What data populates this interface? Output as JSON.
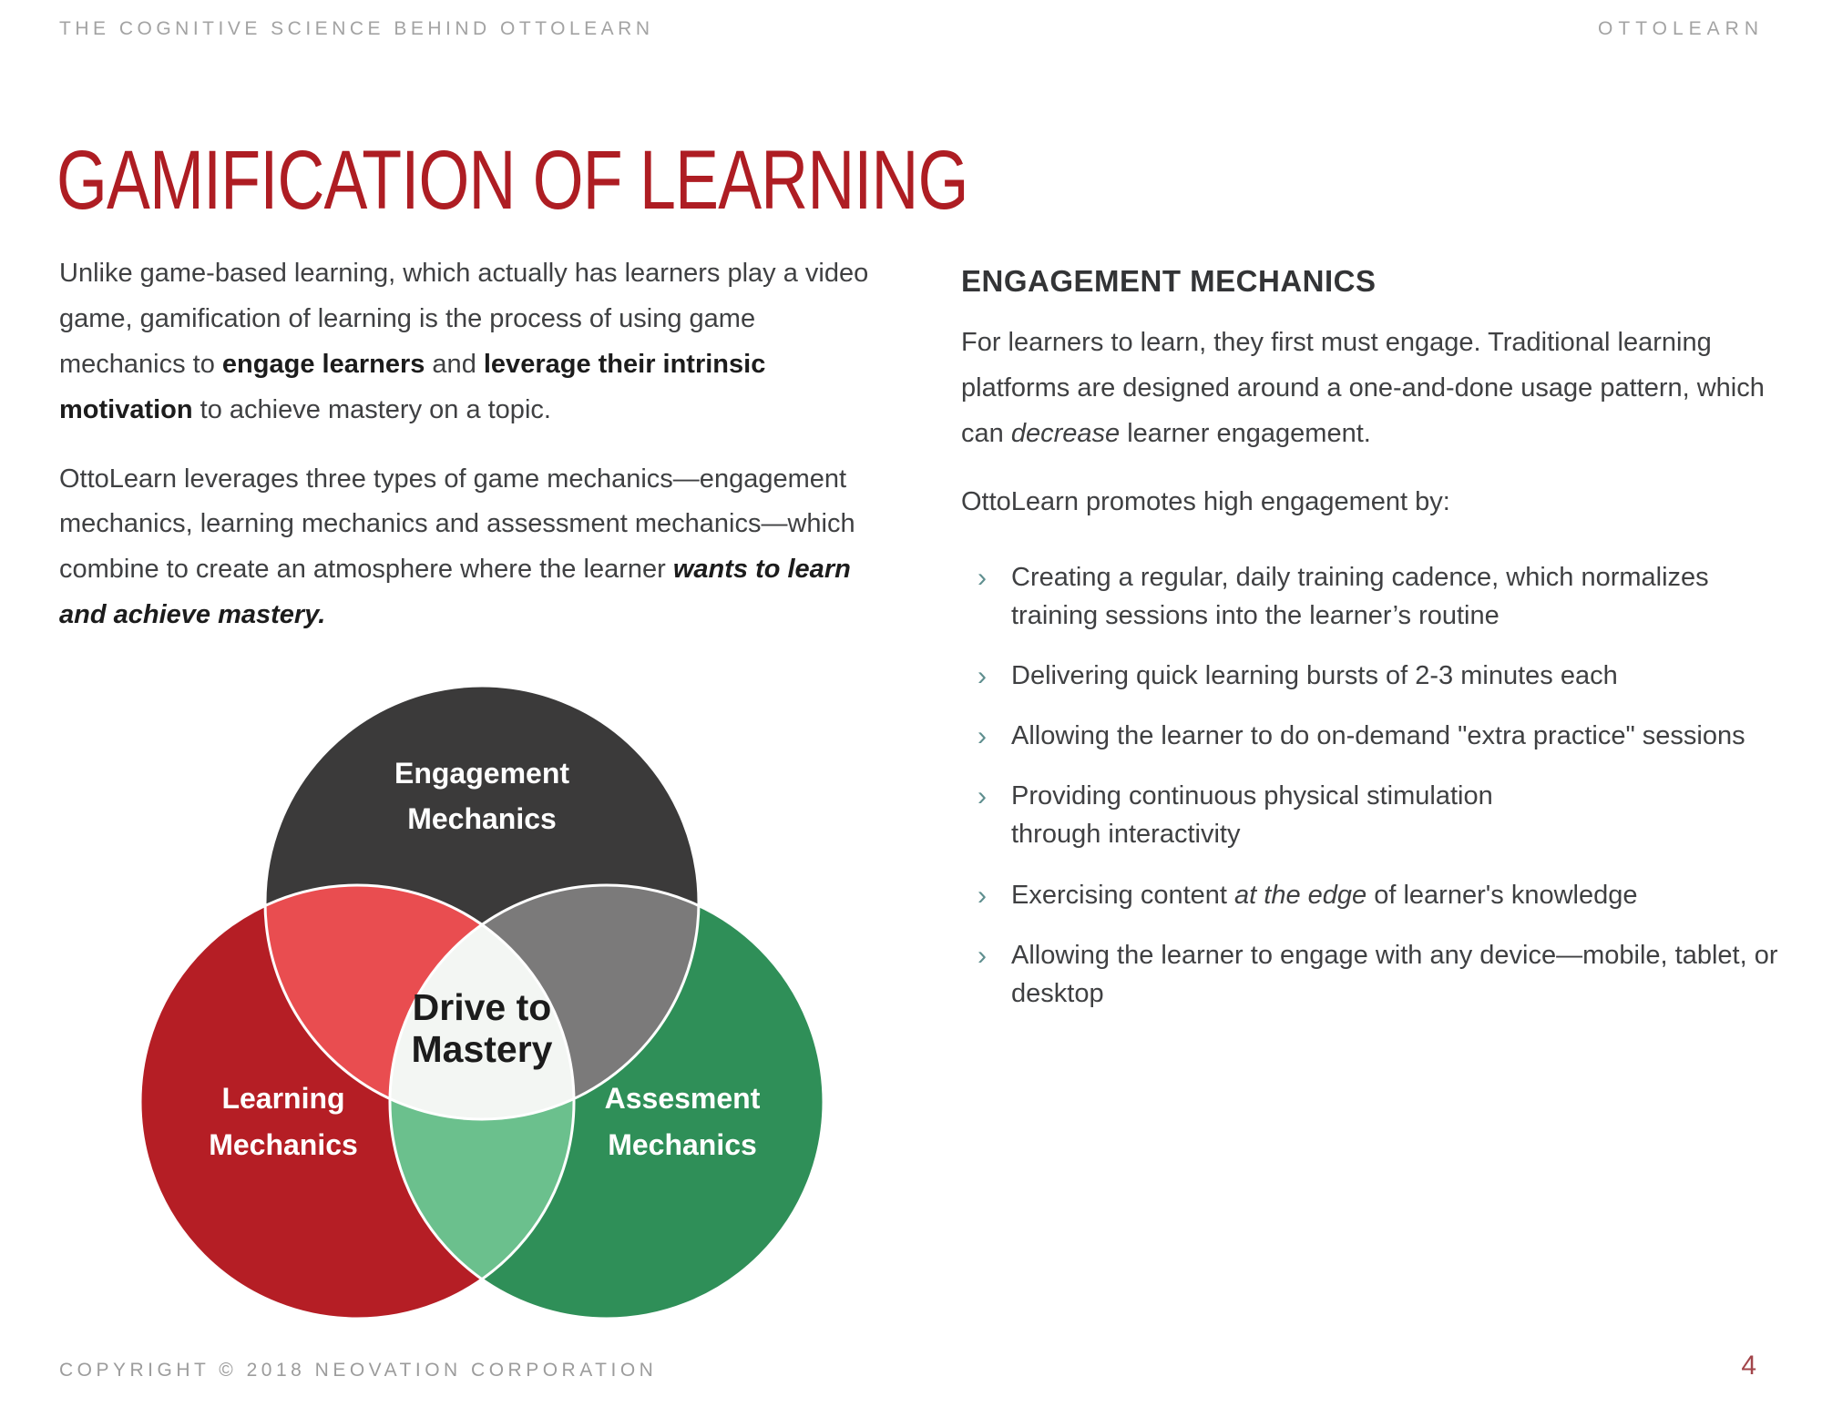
{
  "header": {
    "left": "THE COGNITIVE SCIENCE BEHIND OTTOLEARN",
    "right": "OTTOLEARN"
  },
  "title": "GAMIFICATION OF LEARNING",
  "left_column": {
    "paragraphs": [
      {
        "segments": [
          {
            "t": "Unlike game-based learning, which actually has learners play a video game, gamification of learning is the process of using game mechanics to "
          },
          {
            "t": "engage learners",
            "b": true
          },
          {
            "t": " and "
          },
          {
            "t": "leverage their intrinsic motivation",
            "b": true
          },
          {
            "t": " to achieve mastery on a topic."
          }
        ]
      },
      {
        "segments": [
          {
            "t": "OttoLearn leverages three types of game mechanics—engagement mechanics, learning mechanics and assessment mechanics—which combine to create an atmosphere where the learner "
          },
          {
            "t": "wants to learn and achieve mastery.",
            "b": true,
            "i": true
          }
        ]
      }
    ]
  },
  "right_column": {
    "heading": "ENGAGEMENT MECHANICS",
    "intro_segments": [
      {
        "t": "For learners to learn, they first must engage. Traditional learning platforms are designed around a one-and-done usage pattern, which can "
      },
      {
        "t": "decrease",
        "i": true
      },
      {
        "t": " learner engagement."
      }
    ],
    "promote_line": "OttoLearn promotes high engagement by:",
    "bullet_marker": "›",
    "bullets": [
      {
        "segments": [
          {
            "t": "Creating a regular, daily training cadence, which normalizes training sessions into the learner’s routine"
          }
        ]
      },
      {
        "segments": [
          {
            "t": "Delivering quick learning bursts of 2-3 minutes each"
          }
        ]
      },
      {
        "segments": [
          {
            "t": "Allowing the learner to do on-demand \"extra practice\" sessions"
          }
        ]
      },
      {
        "segments": [
          {
            "t": "Providing continuous physical stimulation"
          },
          {
            "br": true
          },
          {
            "t": "through interactivity"
          }
        ]
      },
      {
        "segments": [
          {
            "t": "Exercising content "
          },
          {
            "t": "at the edge",
            "i": true
          },
          {
            "t": " of learner's knowledge"
          }
        ]
      },
      {
        "segments": [
          {
            "t": "Allowing the learner to engage with any device—mobile, tablet, or desktop"
          }
        ]
      }
    ]
  },
  "venn": {
    "circles": [
      {
        "id": "engagement",
        "label_lines": [
          "Engagement",
          "Mechanics"
        ]
      },
      {
        "id": "learning",
        "label_lines": [
          "Learning",
          "Mechanics"
        ]
      },
      {
        "id": "assessment",
        "label_lines": [
          "Assesment",
          "Mechanics"
        ]
      }
    ],
    "center_label_lines": [
      "Drive to",
      "Mastery"
    ],
    "colors": {
      "engagement": "#3b3a3a",
      "learning": "#b51e25",
      "assessment": "#2f8f58",
      "overlap_engagement_learning": "#e94d50",
      "overlap_engagement_assessment": "#7b7a7a",
      "overlap_learning_assessment": "#6bc08d",
      "center": "#f3f6f3",
      "outline": "#ffffff",
      "label_text": "#ffffff"
    }
  },
  "footer": {
    "left": "COPYRIGHT © 2018 NEOVATION CORPORATION",
    "page_number": "4"
  },
  "colors": {
    "title_red": "#ae1d23",
    "body_text": "#3f4042",
    "muted_gray": "#a3a3a3",
    "bullet_marker_teal": "#5f8f8f",
    "page_number_red": "#a2454a"
  }
}
